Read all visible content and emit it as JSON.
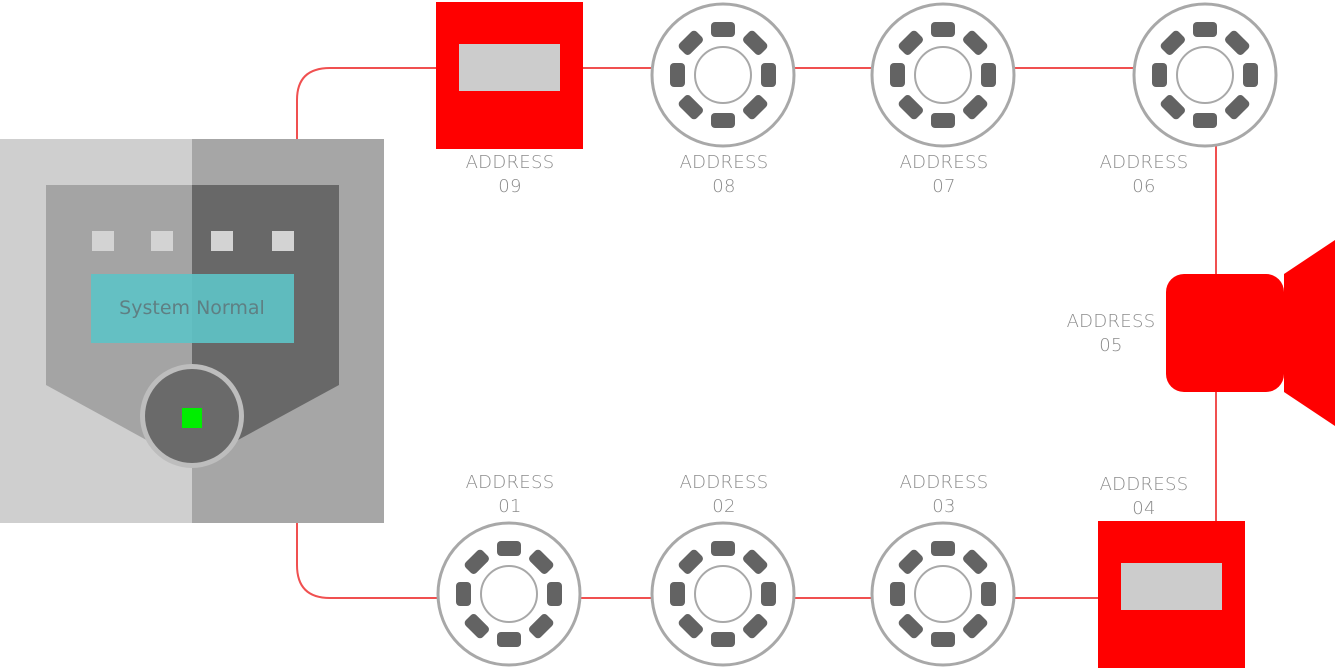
{
  "panel": {
    "status_text": "System Normal",
    "indicator_count": 4,
    "led_color": "#00ee00",
    "display_color": "#5ec2c6"
  },
  "loop_color": "#f05050",
  "device_color": "#ff0000",
  "devices": [
    {
      "id": "address-09",
      "type": "manual-call-point",
      "label1": "ADDRESS",
      "label2": "09"
    },
    {
      "id": "address-08",
      "type": "smoke-detector",
      "label1": "ADDRESS",
      "label2": "08"
    },
    {
      "id": "address-07",
      "type": "smoke-detector",
      "label1": "ADDRESS",
      "label2": "07"
    },
    {
      "id": "address-06",
      "type": "smoke-detector",
      "label1": "ADDRESS",
      "label2": "06"
    },
    {
      "id": "address-05",
      "type": "sounder",
      "label1": "ADDRESS",
      "label2": "05"
    },
    {
      "id": "address-04",
      "type": "manual-call-point",
      "label1": "ADDRESS",
      "label2": "04"
    },
    {
      "id": "address-01",
      "type": "smoke-detector",
      "label1": "ADDRESS",
      "label2": "01"
    },
    {
      "id": "address-02",
      "type": "smoke-detector",
      "label1": "ADDRESS",
      "label2": "02"
    },
    {
      "id": "address-03",
      "type": "smoke-detector",
      "label1": "ADDRESS",
      "label2": "03"
    }
  ]
}
